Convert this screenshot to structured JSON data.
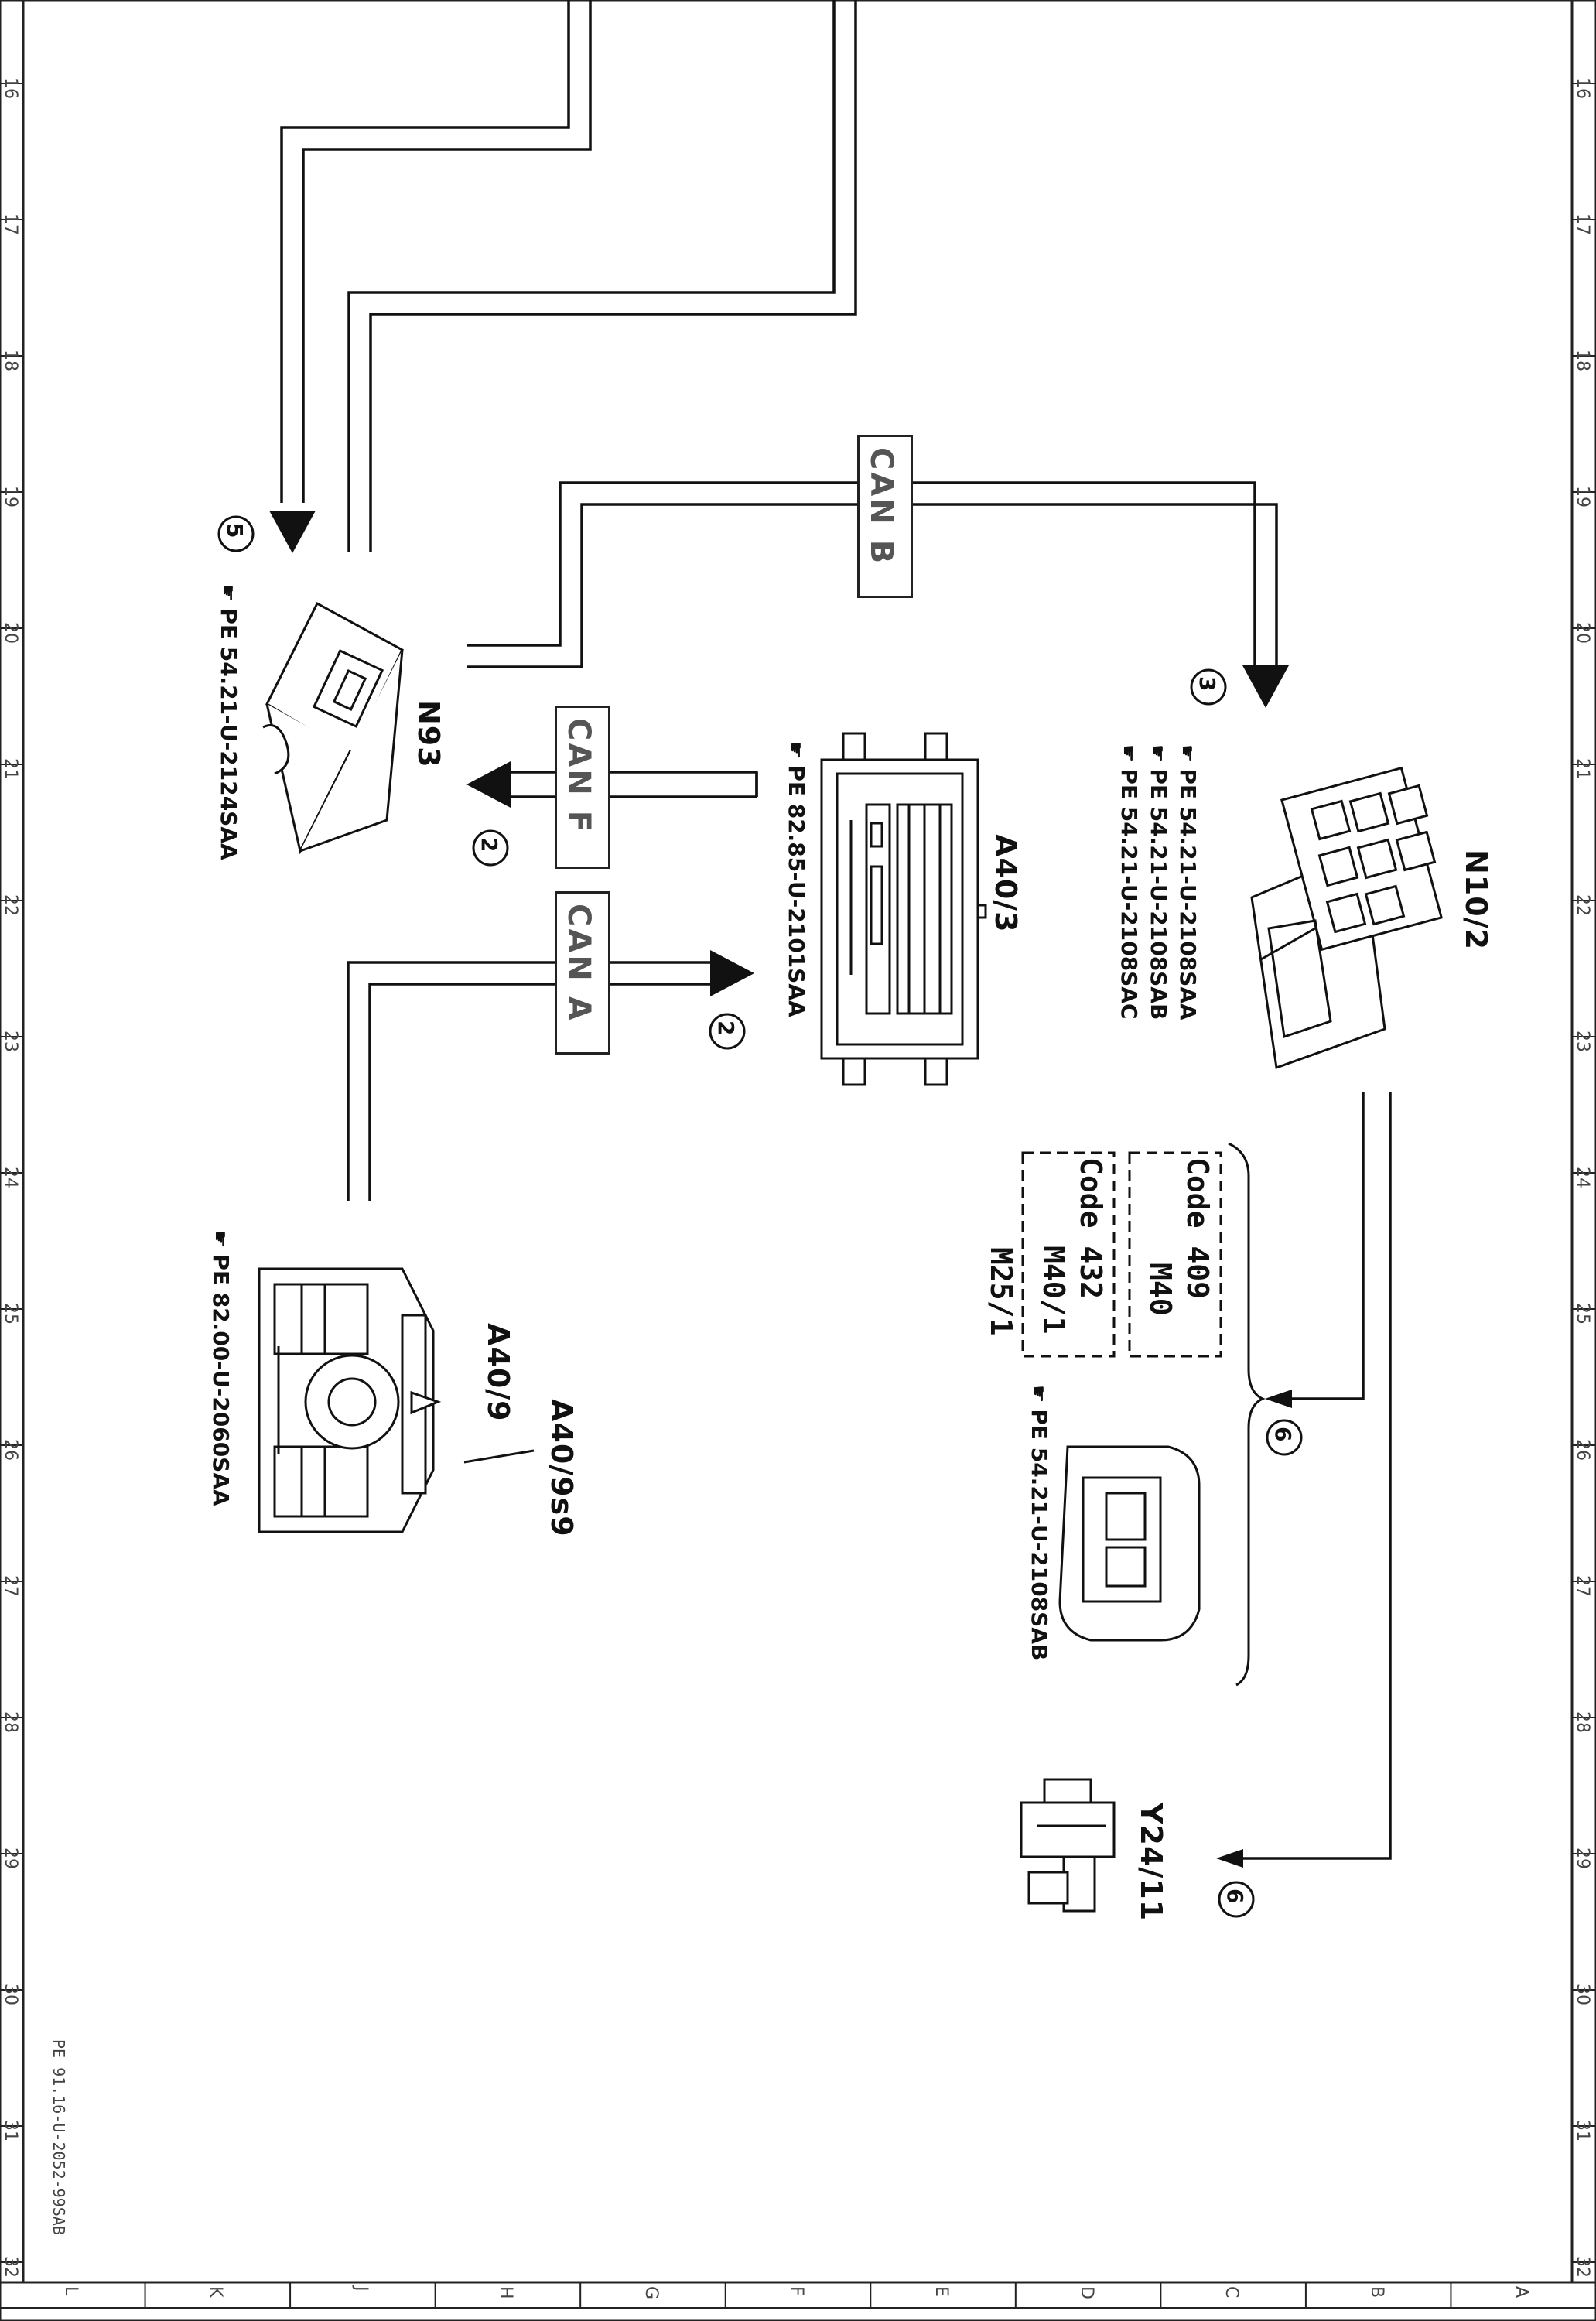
{
  "drawing": {
    "ruler_numbers": [
      "16",
      "17",
      "18",
      "19",
      "20",
      "21",
      "22",
      "23",
      "24",
      "25",
      "26",
      "27",
      "28",
      "29",
      "30",
      "31",
      "32"
    ],
    "column_letters": [
      "L",
      "K",
      "J",
      "H",
      "G",
      "F",
      "E",
      "D",
      "C",
      "B",
      "A"
    ],
    "footer_ref": "PE 91.16-U-2052-99SAB"
  },
  "components": {
    "n10_2": {
      "label": "N10/2",
      "refs": [
        "PE 54.21-U-2108SAA",
        "PE 54.21-U-2108SAB",
        "PE 54.21-U-2108SAC"
      ]
    },
    "a40_3": {
      "label": "A40/3",
      "ref": "PE 82.85-U-2101SAA"
    },
    "n93": {
      "label": "N93",
      "ref": "PE 54.21-U-2124SAA"
    },
    "a40_9": {
      "label": "A40/9",
      "sublabel": "A40/9s9",
      "ref": "PE 82.00-U-2060SAA"
    },
    "m40_group": {
      "code1": "Code 409",
      "code1_item": "M40",
      "code2": "Code 432",
      "code2_item": "M40/1",
      "item3": "M25/1",
      "ref": "PE 54.21-U-2108SAB"
    },
    "y24_11": {
      "label": "Y24/11"
    }
  },
  "buses": {
    "can_b": "CAN B",
    "can_f": "CAN F",
    "can_a": "CAN A"
  },
  "markers": {
    "n10_2_marker": "3",
    "n93_marker": "5",
    "can_f_marker": "2",
    "can_a_marker": "2",
    "m40_marker": "6",
    "y24_marker": "6"
  },
  "icons": {
    "reference": "pointing-hand-icon"
  }
}
